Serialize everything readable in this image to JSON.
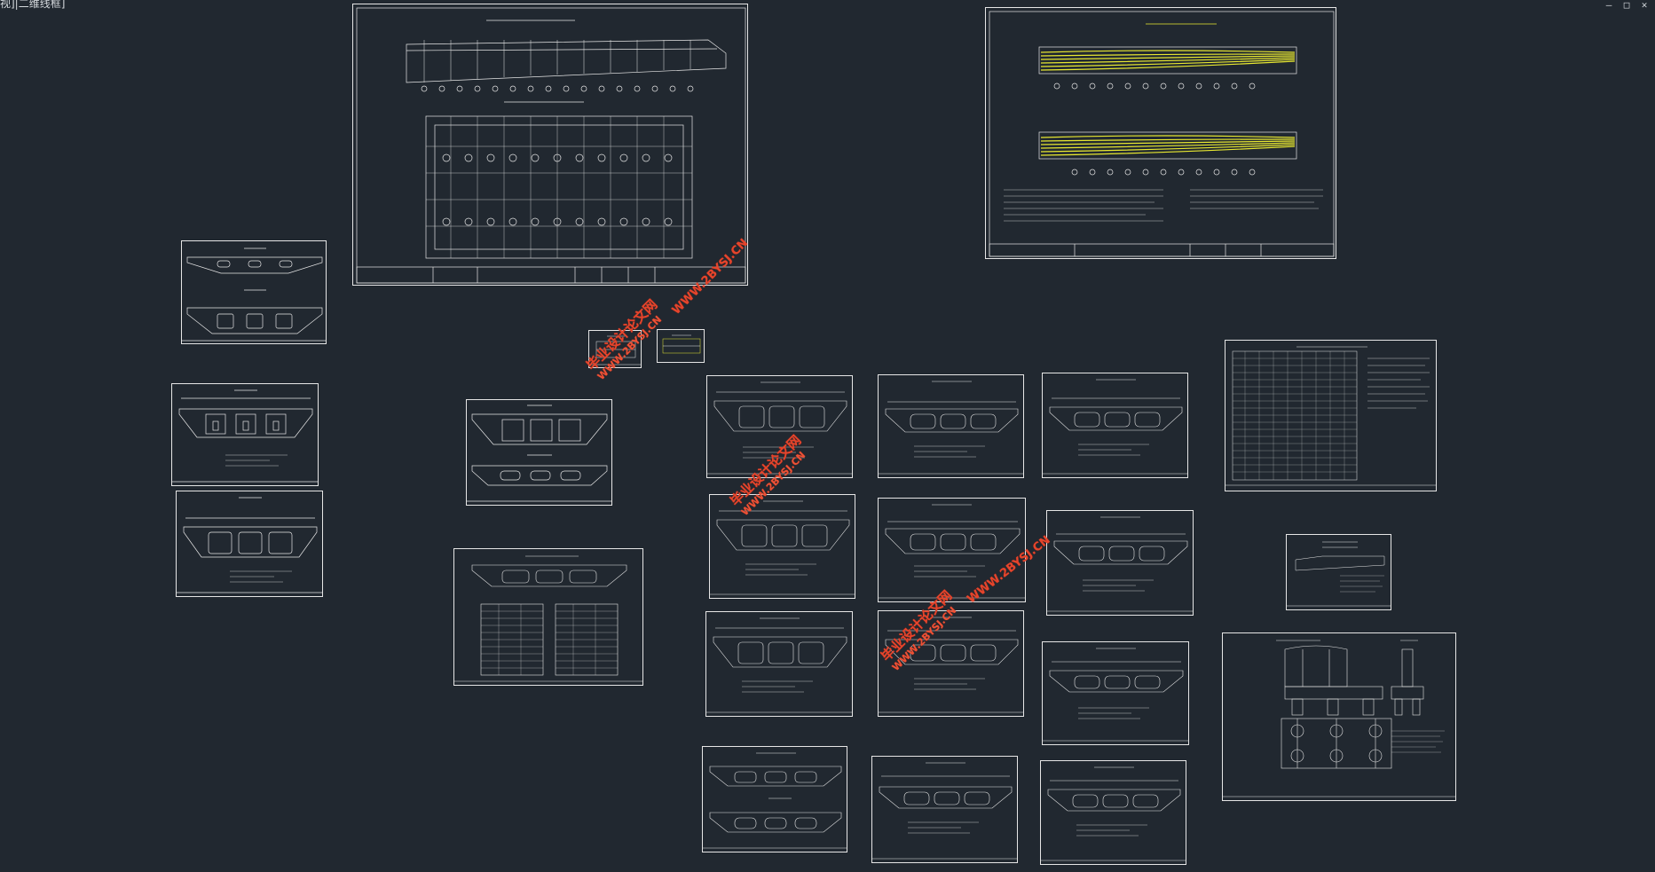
{
  "app": {
    "viewport_label": "视]|二维线框]",
    "window_controls": [
      "minimize",
      "restore",
      "close"
    ]
  },
  "colors": {
    "background": "#212830",
    "line": "#e6e6e6",
    "highlight": "#e8e830",
    "watermark": "#e6452c"
  },
  "watermarks": {
    "site_cn": "毕业设计论文网",
    "site_url": "WWW.2BYSJ.CN"
  }
}
